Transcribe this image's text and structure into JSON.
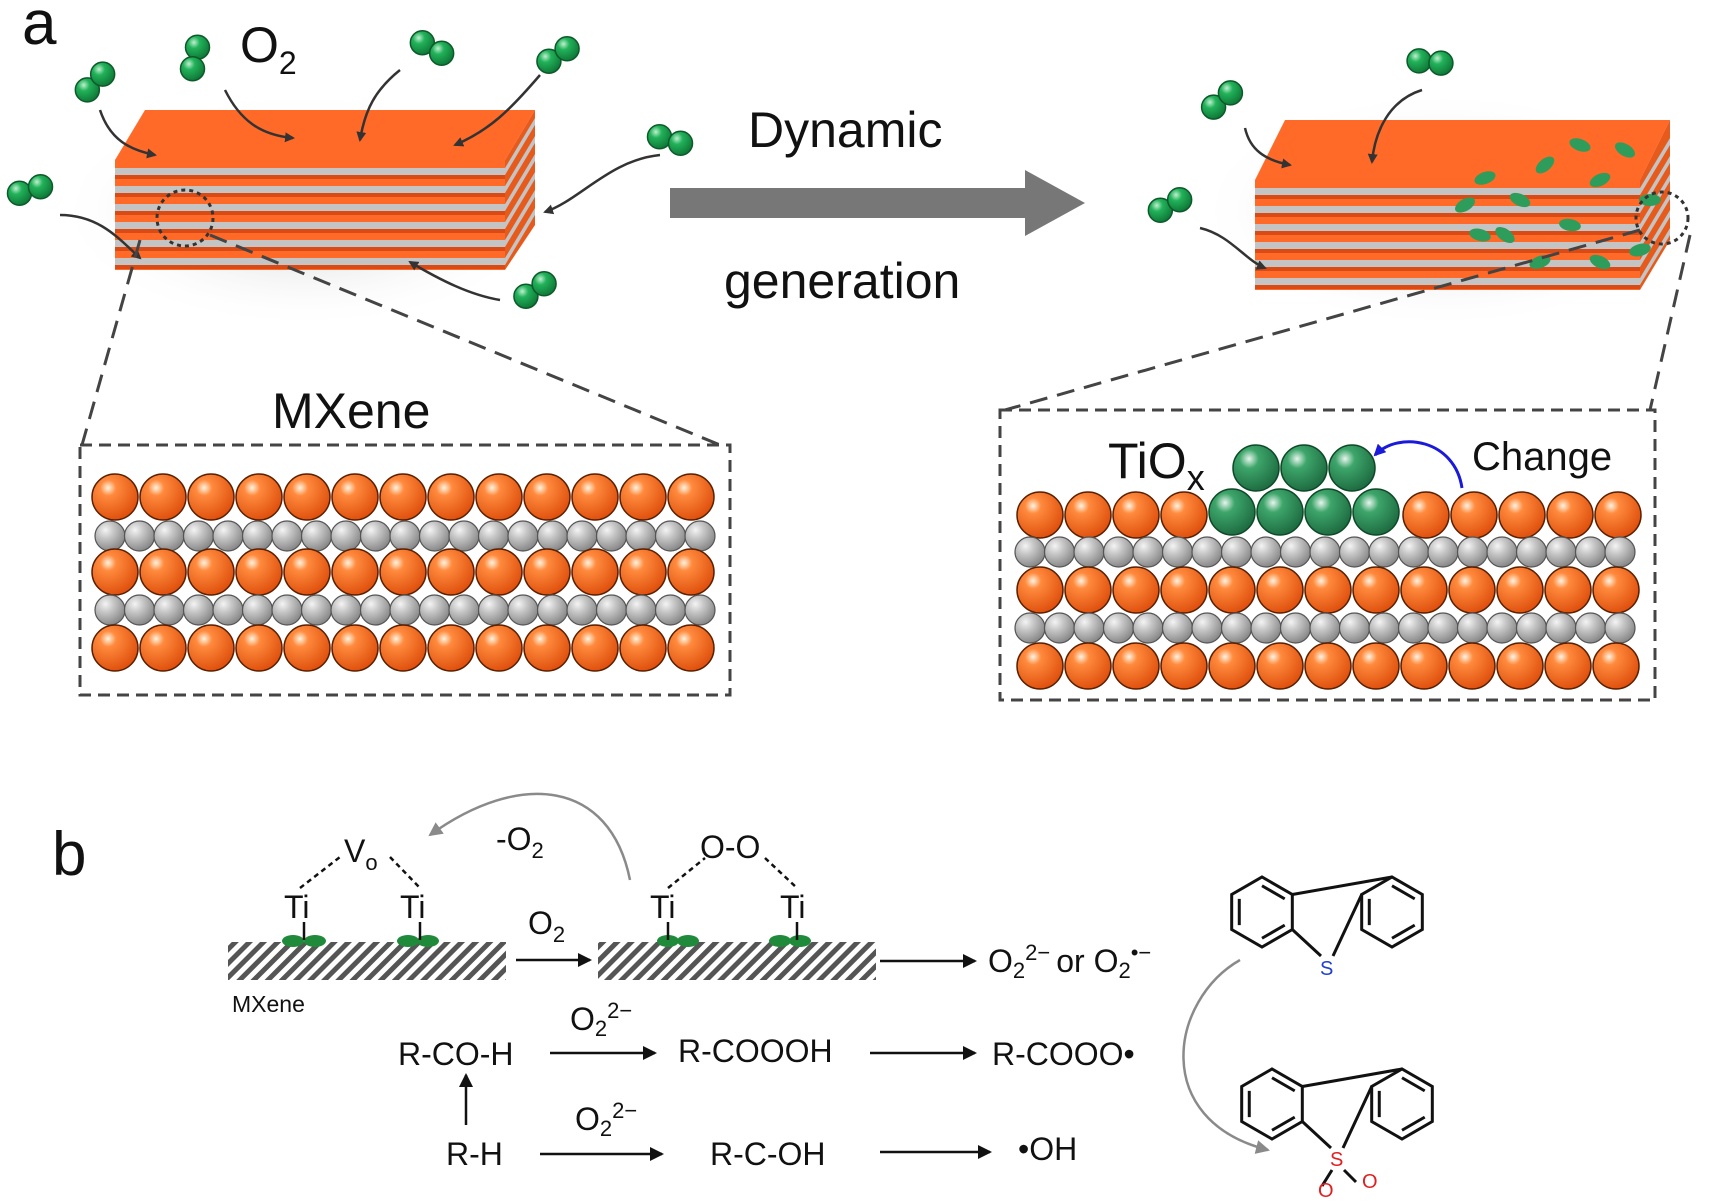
{
  "panel_a": {
    "label": "a",
    "o2_label": "O",
    "o2_sub": "2",
    "arrow_line1": "Dynamic",
    "arrow_line2": "generation",
    "left_box_title": "MXene",
    "right_box_title": "TiO",
    "right_box_title_sub": "x",
    "change_label": "Change"
  },
  "panel_b": {
    "label": "b",
    "vo": "V",
    "vo_sub": "o",
    "minus_o2": "-O",
    "minus_o2_sub": "2",
    "ti_label": "Ti",
    "oo_label": "O-O",
    "o2_arrow": "O",
    "o2_arrow_sub": "2",
    "mxene_label": "MXene",
    "product1_a": "O",
    "product1_a_sub": "2",
    "product1_a_sup": "2−",
    "product1_or": "or O",
    "product1_b_sub": "2",
    "product1_b_sup": "•−",
    "rcoh": "R-CO-H",
    "peroxide": "O",
    "peroxide_sub": "2",
    "peroxide_sup": "2−",
    "rcoooh": "R-COOOH",
    "rcooo": "R-COOO•",
    "rh": "R-H",
    "rcoh2": "R-C-OH",
    "oh": "•OH",
    "s_atom": "S",
    "o_atom": "O"
  },
  "colors": {
    "mxene_orange": "#ff6a28",
    "mxene_dark": "#d94a14",
    "metal_gray": "#bdbdbd",
    "oxygen_green": "#1a9a4a",
    "tiox_green": "#2e8b57",
    "sulfur_blue": "#1e3fcf",
    "oxygen_red": "#e02020",
    "arrow_gray": "#888888",
    "change_blue": "#1a1adb"
  }
}
